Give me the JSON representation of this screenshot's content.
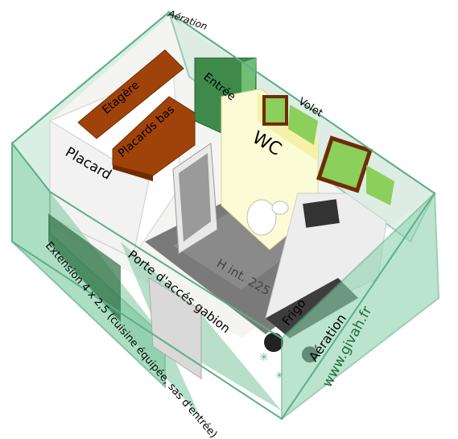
{
  "labels": {
    "aeration_top": "Aération",
    "etagere": "Etagère",
    "placards_bas": "Placards bas",
    "entree": "Entrée",
    "volet": "Volet",
    "wc": "WC",
    "placard": "Placard",
    "h_int": "H int. 225",
    "porte": "Porte d'accés gabion",
    "frigo": "Frigo",
    "aeration_right": "Aération",
    "extension": "Extension 4 x 2,5 (cuisine équipée, sas d'entrée)",
    "website": "www.givah.fr"
  },
  "colors": {
    "glass": "#8fd3b0",
    "glass_edge": "#5fae88",
    "floor": "#7a7a7a",
    "wood": "#a0430a",
    "green_dark": "#3f8a4a",
    "green_light": "#8ccf5a",
    "wc_wall": "#f3f2a8",
    "website": "#1f6b3a"
  }
}
